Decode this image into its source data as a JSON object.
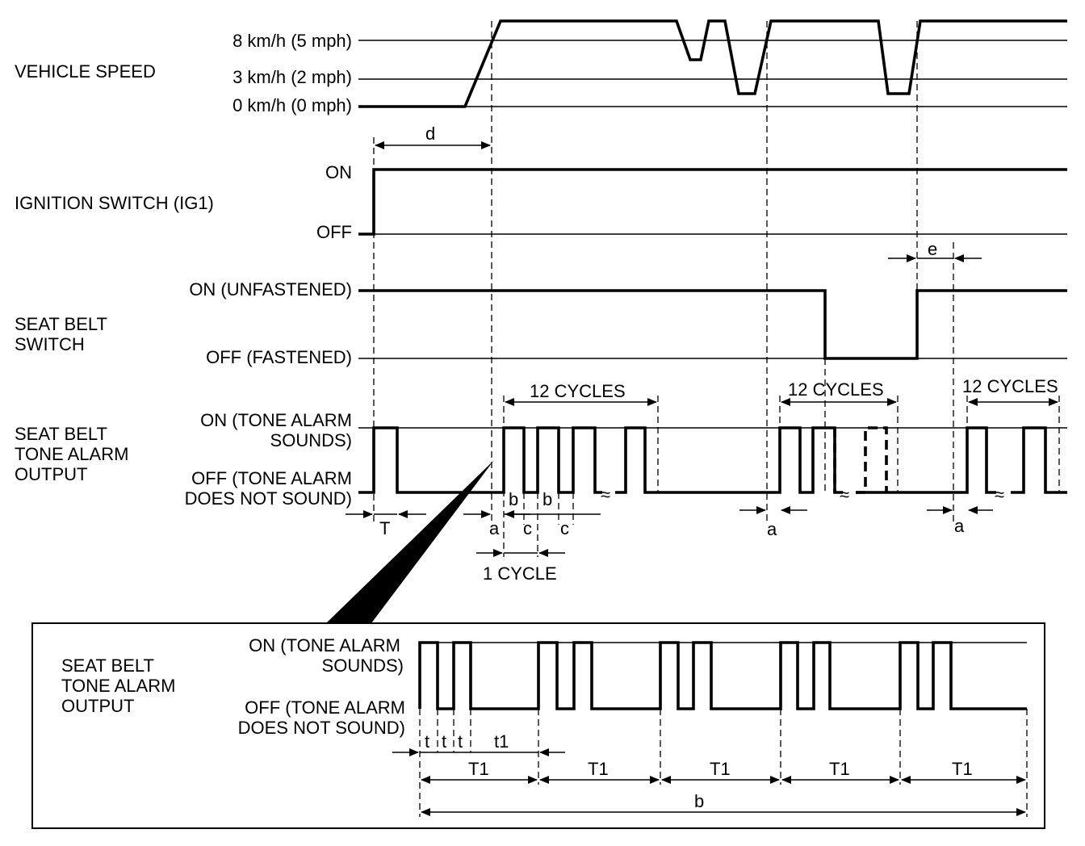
{
  "sections": {
    "vehicle_speed": "VEHICLE SPEED",
    "ignition": "IGNITION SWITCH (IG1)",
    "seat_belt_switch": [
      "SEAT BELT",
      "SWITCH"
    ],
    "tone_alarm": [
      "SEAT BELT",
      "TONE ALARM",
      "OUTPUT"
    ],
    "detail_tone_alarm": [
      "SEAT BELT",
      "TONE ALARM",
      "OUTPUT"
    ]
  },
  "levels": {
    "speed_8": "8 km/h (5 mph)",
    "speed_3": "3 km/h (2 mph)",
    "speed_0": "0 km/h (0 mph)",
    "ig_on": "ON",
    "ig_off": "OFF",
    "belt_on": "ON (UNFASTENED)",
    "belt_off": "OFF (FASTENED)",
    "alarm_on": [
      "ON (TONE ALARM",
      "SOUNDS)"
    ],
    "alarm_off": [
      "OFF (TONE ALARM",
      "DOES NOT SOUND)"
    ],
    "detail_on": [
      "ON (TONE ALARM",
      "SOUNDS)"
    ],
    "detail_off": [
      "OFF (TONE ALARM",
      "DOES NOT SOUND)"
    ]
  },
  "annotations": {
    "d": "d",
    "e": "e",
    "T": "T",
    "a": "a",
    "b": "b",
    "c": "c",
    "twelve_cycles": "12 CYCLES",
    "one_cycle": "1 CYCLE",
    "break": "≈",
    "t": "t",
    "t1": "t1",
    "T1": "T1"
  }
}
